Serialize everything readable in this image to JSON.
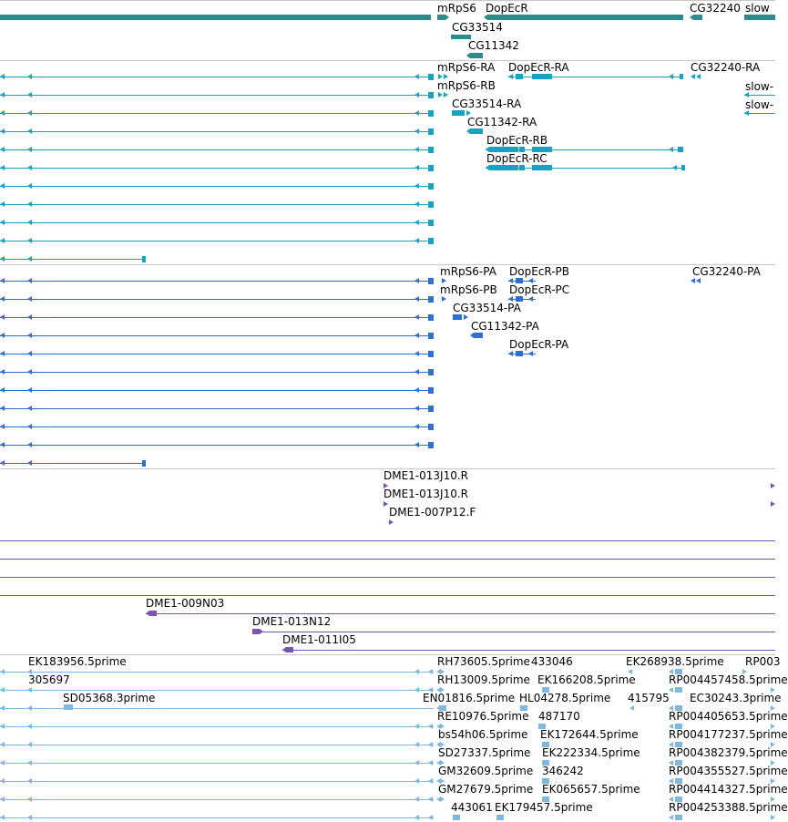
{
  "colors": {
    "genes": "#2e8b8b",
    "transcripts": "#17a2c0",
    "proteins": "#2f6fd0",
    "clones": "#7a55b0",
    "ests": "#7fb8dc"
  },
  "tracks": [
    {
      "key": "genes",
      "labels": [
        "mRpS6",
        "DopEcR",
        "CG32240",
        "slow",
        "CG33514",
        "CG11342"
      ]
    },
    {
      "key": "transcripts",
      "labels": [
        "mRpS6-RA",
        "DopEcR-RA",
        "CG32240-RA",
        "mRpS6-RB",
        "slow-",
        "CG33514-RA",
        "slow-",
        "CG11342-RA",
        "DopEcR-RB",
        "DopEcR-RC"
      ]
    },
    {
      "key": "proteins",
      "labels": [
        "mRpS6-PA",
        "DopEcR-PB",
        "CG32240-PA",
        "mRpS6-PB",
        "DopEcR-PC",
        "CG33514-PA",
        "CG11342-PA",
        "DopEcR-PA"
      ]
    },
    {
      "key": "clones",
      "labels": [
        "DME1-013J10.R",
        "DME1-013J10.R",
        "DME1-007P12.F",
        "DME1-009N03",
        "DME1-013N12",
        "DME1-011I05"
      ]
    },
    {
      "key": "ests",
      "labels": [
        "EK183956.5prime",
        "RH73605.5prime",
        "433046",
        "EK268938.5prime",
        "RP003",
        "305697",
        "RH13009.5prime",
        "EK166208.5prime",
        "RP004457458.5prime",
        "SD05368.3prime",
        "EN01816.5prime",
        "HL04278.5prime",
        "415795",
        "EC30243.3prime",
        "RE10976.5prime",
        "487170",
        "RP004405653.5prime",
        "bs54h06.5prime",
        "EK172644.5prime",
        "RP004177237.5prime",
        "SD27337.5prime",
        "EK222334.5prime",
        "RP004382379.5prime",
        "GM32609.5prime",
        "346242",
        "RP004355527.5prime",
        "GM27679.5prime",
        "EK065657.5prime",
        "RP004414327.5prime",
        "443061",
        "EK179457.5prime",
        "RP004253388.5prime"
      ]
    }
  ]
}
